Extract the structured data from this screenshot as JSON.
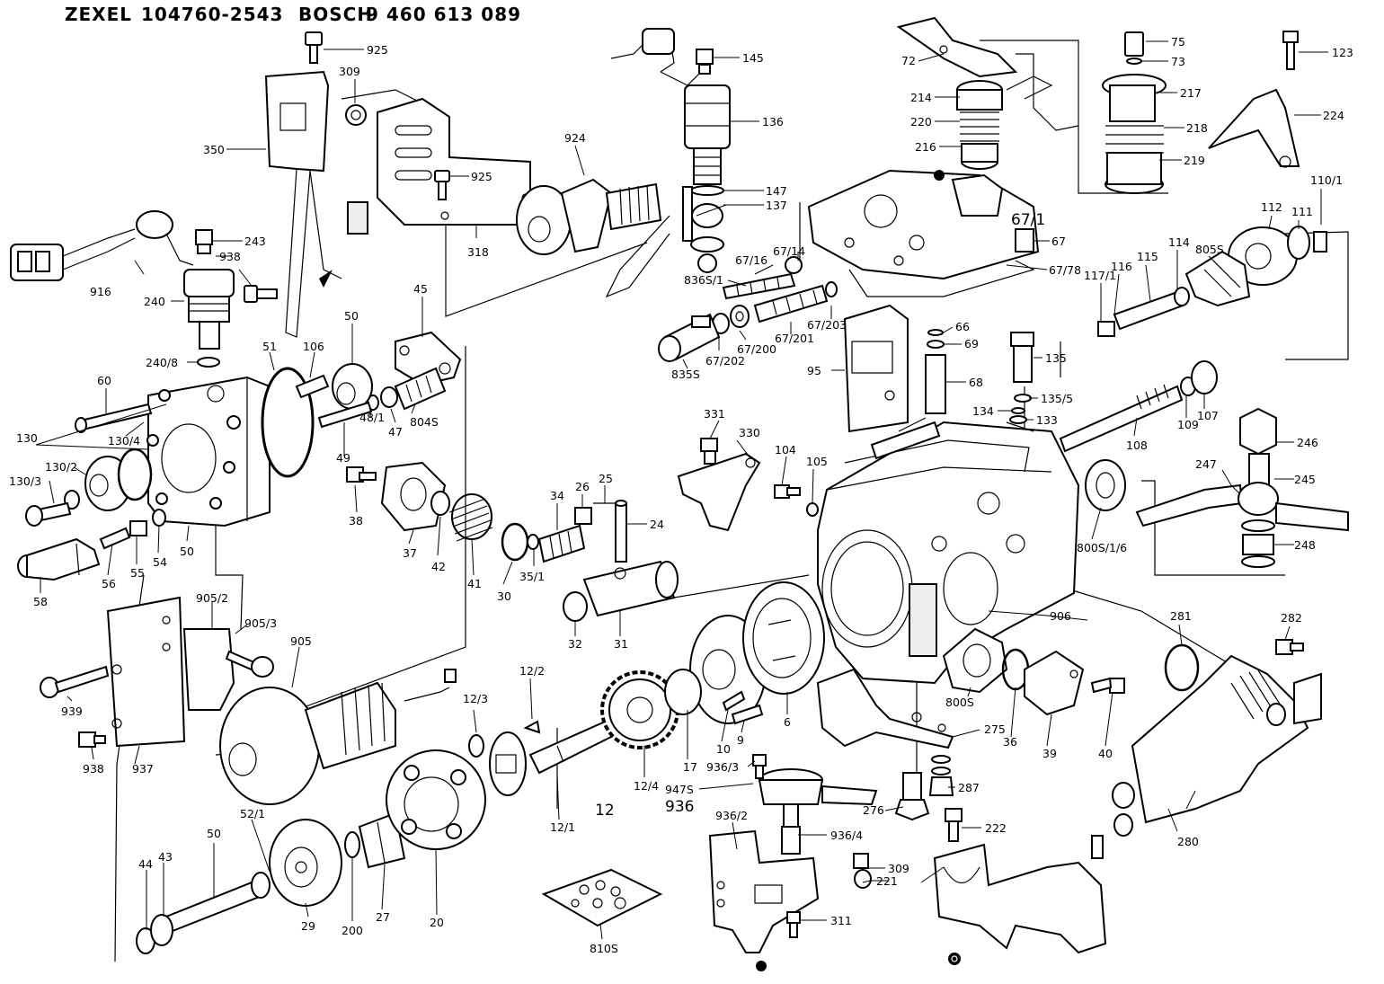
{
  "header": {
    "maker1": "ZEXEL",
    "number1": "104760-2543",
    "maker2": "BOSCH",
    "number2": "9 460 613 089"
  },
  "labels": {
    "p925a": "925",
    "p309a": "309",
    "p350": "350",
    "p145": "145",
    "p136": "136",
    "p924": "924",
    "p925b": "925",
    "p318": "318",
    "p147": "147",
    "p137": "137",
    "p75": "75",
    "p73": "73",
    "p72": "72",
    "p214": "214",
    "p220": "220",
    "p216": "216",
    "p217": "217",
    "p218": "218",
    "p219": "219",
    "p123": "123",
    "p224": "224",
    "p671": "67/1",
    "p67": "67",
    "p6778": "67/78",
    "p6714": "67/14",
    "p6716": "67/16",
    "p836s1": "836S/1",
    "p67203": "67/203",
    "p67201": "67/201",
    "p67200": "67/200",
    "p67202": "67/202",
    "p835s": "835S",
    "p1101": "110/1",
    "p111": "111",
    "p112": "112",
    "p805s": "805S",
    "p114": "114",
    "p115": "115",
    "p116": "116",
    "p1171": "117/1",
    "p243": "243",
    "p938a": "938",
    "p916": "916",
    "p240": "240",
    "p2408": "240/8",
    "p45": "45",
    "p50a": "50",
    "p51": "51",
    "p106": "106",
    "p60": "60",
    "p130": "130",
    "p1304": "130/4",
    "p1303": "130/3",
    "p1302": "130/2",
    "p49": "49",
    "p481": "48/1",
    "p47": "47",
    "p804s": "804S",
    "p66": "66",
    "p69": "69",
    "p95": "95",
    "p68": "68",
    "p135": "135",
    "p1355": "135/5",
    "p134": "134",
    "p133": "133",
    "p107": "107",
    "p109": "109",
    "p108": "108",
    "p246": "246",
    "p245": "245",
    "p247": "247",
    "p248": "248",
    "p331": "331",
    "p330": "330",
    "p104": "104",
    "p105": "105",
    "p38": "38",
    "p37": "37",
    "p42": "42",
    "p41": "41",
    "p26": "26",
    "p25": "25",
    "p34": "34",
    "p24": "24",
    "p30": "30",
    "p351": "35/1",
    "p32": "32",
    "p31": "31",
    "p58": "58",
    "p56": "56",
    "p55": "55",
    "p54": "54",
    "p50b": "50",
    "p8001s6": "800S/1/6",
    "p906": "906",
    "p9052": "905/2",
    "p9053": "905/3",
    "p905": "905",
    "p939": "939",
    "p938b": "938",
    "p937": "937",
    "p122": "12/2",
    "p123b": "12/3",
    "p124": "12/4",
    "p10": "10",
    "p9": "9",
    "p17": "17",
    "p6": "6",
    "p800s": "800S",
    "p275": "275",
    "p36": "36",
    "p39": "39",
    "p40": "40",
    "p281": "281",
    "p282": "282",
    "p9363": "936/3",
    "p947s": "947S",
    "p936": "936",
    "p12": "12",
    "p121": "12/1",
    "p276": "276",
    "p287": "287",
    "p222": "222",
    "p9362": "936/2",
    "p9364": "936/4",
    "p309b": "309",
    "p221": "221",
    "p311": "311",
    "p280": "280",
    "p521": "52/1",
    "p50c": "50",
    "p44": "44",
    "p43": "43",
    "p29": "29",
    "p200": "200",
    "p27": "27",
    "p20": "20",
    "p810s": "810S"
  }
}
